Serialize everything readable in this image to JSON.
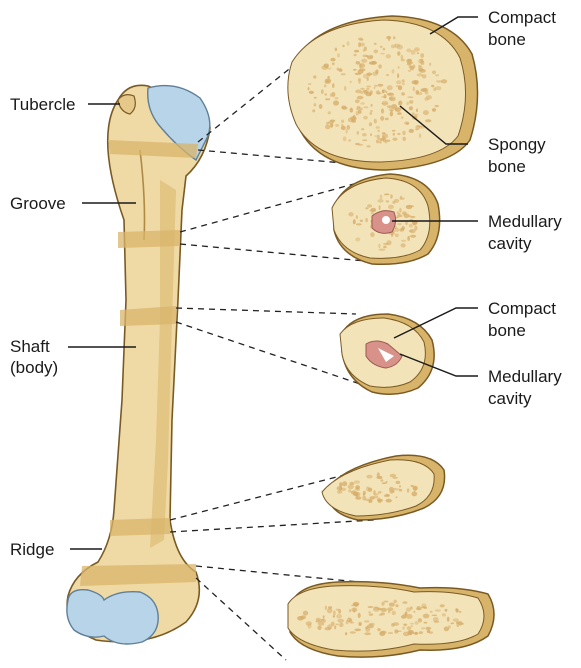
{
  "labels": {
    "tubercle": "Tubercle",
    "groove": "Groove",
    "shaft": [
      "Shaft",
      "(body)"
    ],
    "ridge": "Ridge",
    "compact_bone_top": [
      "Compact",
      "bone"
    ],
    "spongy_bone": [
      "Spongy",
      "bone"
    ],
    "medullary_cavity_1": [
      "Medullary",
      "cavity"
    ],
    "compact_bone_mid": [
      "Compact",
      "bone"
    ],
    "medullary_cavity_2": [
      "Medullary",
      "cavity"
    ]
  },
  "colors": {
    "bone_fill": "#efd9a4",
    "bone_dark": "#d8b46a",
    "bone_edge": "#7a5a24",
    "cartilage": "#b8d4e8",
    "spongy_fill": "#f3e3b8",
    "spongy_pore": "#d6ad6a",
    "marrow": "#d9928a"
  }
}
